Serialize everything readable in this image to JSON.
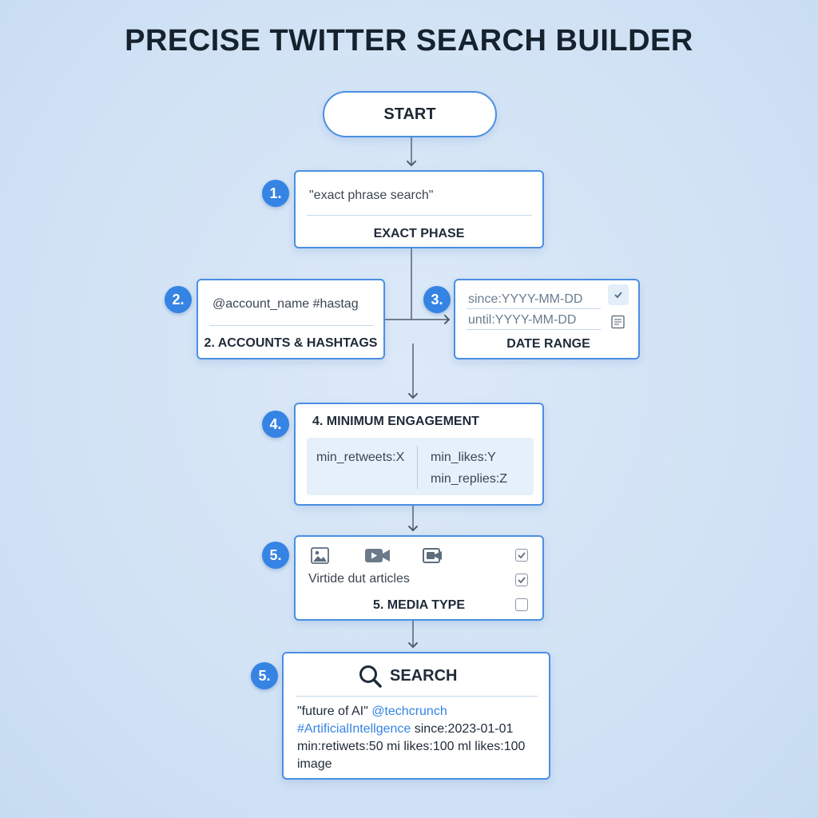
{
  "title": "PRECISE TWITTER SEARCH BUILDER",
  "start": "START",
  "steps": {
    "exact": {
      "badge": "1.",
      "field": "\"exact phrase search\"",
      "label": "EXACT PHASE"
    },
    "accounts": {
      "badge": "2.",
      "field": "@account_name #hastag",
      "label": "2. ACCOUNTS & HASHTAGS"
    },
    "date": {
      "badge": "3.",
      "since": "since:YYYY-MM-DD",
      "until": "until:YYYY-MM-DD",
      "label": "DATE RANGE",
      "icons": [
        "check-icon",
        "calendar-icon"
      ]
    },
    "engagement": {
      "badge": "4.",
      "label": "4. MINIMUM ENGAGEMENT",
      "retweets": "min_retweets:X",
      "likes": "min_likes:Y",
      "replies": "min_replies:Z"
    },
    "media": {
      "badge": "5.",
      "icons": [
        "image-icon",
        "video-icon",
        "camera-icon"
      ],
      "option": "Virtide dut articles",
      "label": "5. MEDIA TYPE",
      "checkboxes": [
        true,
        true,
        false
      ]
    },
    "search": {
      "badge": "5.",
      "label": "SEARCH",
      "query_parts": {
        "phrase": "\"future of AI\"",
        "account": "@techcrunch",
        "hashtag": "#ArtificialIntellgence",
        "since": "since:2023-01-01",
        "engagement": "min:retiwets:50 mi likes:100 ml likes:100",
        "media": "image"
      }
    }
  },
  "colors": {
    "accent": "#3584e4",
    "border": "#4a8fe0",
    "background": "#d2e3f5",
    "text": "#1e2a38"
  }
}
